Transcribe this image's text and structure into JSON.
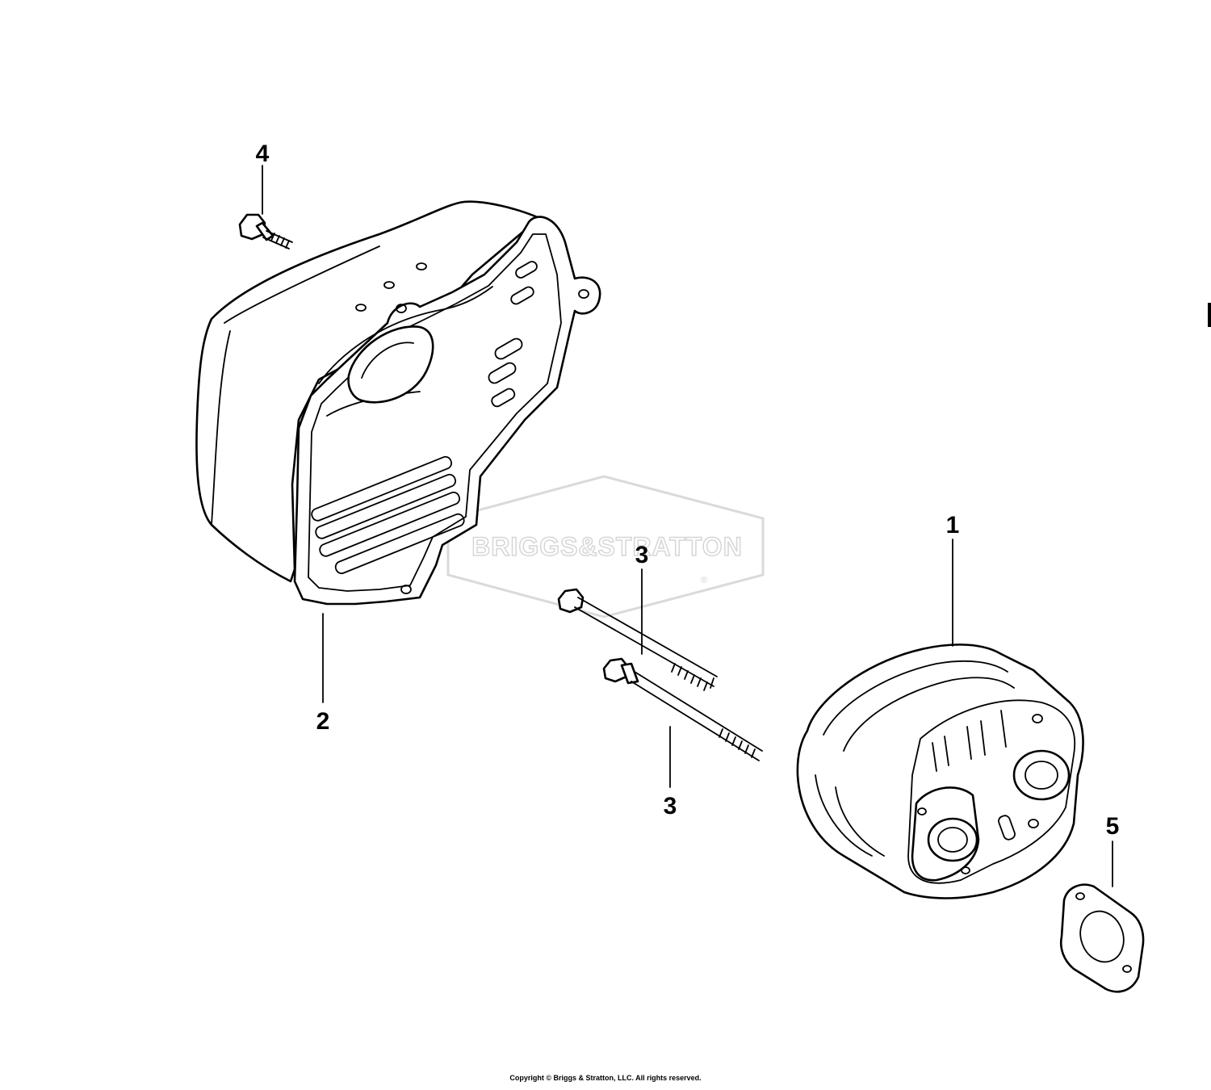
{
  "diagram": {
    "callouts": [
      {
        "id": "1",
        "text": "1"
      },
      {
        "id": "2",
        "text": "2"
      },
      {
        "id": "3a",
        "text": "3"
      },
      {
        "id": "3b",
        "text": "3"
      },
      {
        "id": "4",
        "text": "4"
      },
      {
        "id": "5",
        "text": "5"
      }
    ],
    "watermark": {
      "text": "BRIGGS&STRATTON",
      "mark": "®"
    },
    "copyright": "Copyright © Briggs & Stratton, LLC. All rights reserved."
  }
}
